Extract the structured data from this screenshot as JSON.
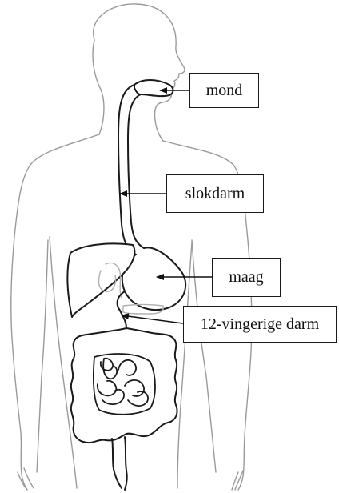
{
  "labels": {
    "mouth": "mond",
    "esophagus": "slokdarm",
    "stomach": "maag",
    "duodenum": "12-vingerige darm"
  },
  "colors": {
    "outline": "#1a1a1a",
    "body_outline": "#9a9a9a",
    "background": "#ffffff"
  }
}
